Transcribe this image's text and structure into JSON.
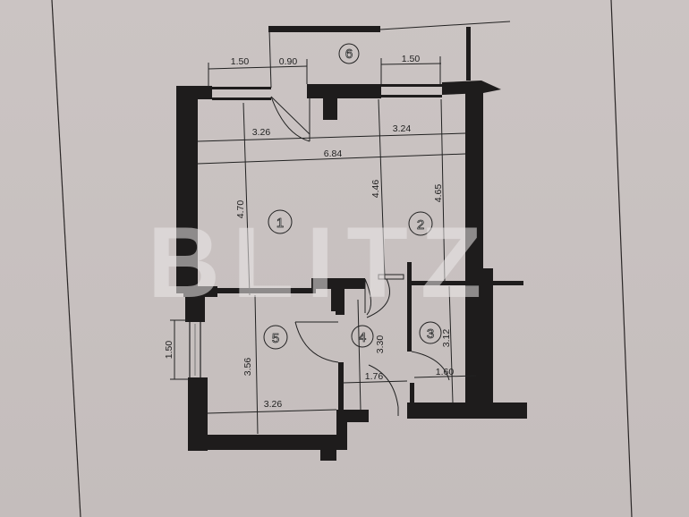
{
  "watermark": "BLITZ",
  "colors": {
    "paper": "#c9c2c1",
    "wall": "#1e1c1c",
    "line": "#222222"
  },
  "rooms": [
    {
      "id": "1",
      "label": "1"
    },
    {
      "id": "2",
      "label": "2"
    },
    {
      "id": "3",
      "label": "3"
    },
    {
      "id": "4",
      "label": "4"
    },
    {
      "id": "5",
      "label": "5"
    },
    {
      "id": "6",
      "label": "6"
    }
  ],
  "dimensions": {
    "top_window_left": "1.50",
    "top_door": "0.90",
    "top_window_right": "1.50",
    "room1_width": "3.26",
    "room2_width": "3.24",
    "total_width": "6.84",
    "room1_depth": "4.70",
    "mid_depth": "4.46",
    "room2_depth": "4.65",
    "room5_window": "1.50",
    "room5_depth": "3.56",
    "room4_depth": "3.30",
    "room3_depth": "3.12",
    "room4_width": "1.76",
    "room3_width": "1.60",
    "room5_width": "3.26"
  }
}
